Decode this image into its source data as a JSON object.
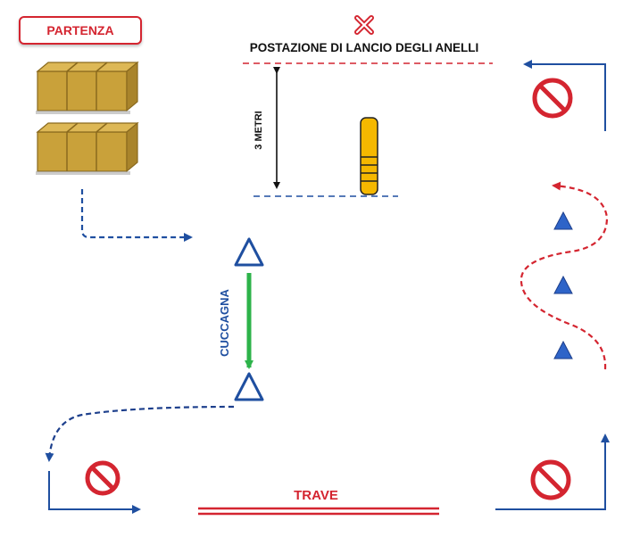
{
  "start_label": "PARTENZA",
  "ring_station_label": "POSTAZIONE DI LANCIO DEGLI ANELLI",
  "distance_label": "3 METRI",
  "pole_label": "CUCCAGNA",
  "beam_label": "TRAVE",
  "colors": {
    "red": "#d42530",
    "blue": "#1f4fa0",
    "dark_blue": "#1d3f8c",
    "green": "#2db34a",
    "yellow": "#f5b800",
    "hay": "#c9a13a"
  },
  "icons": {
    "target_mark": "x-mark-icon",
    "no_entry": "prohibited-icon",
    "cone": "triangle-cone-icon",
    "hay_bale": "hay-bale-icon",
    "ring_post": "ring-post-icon"
  }
}
